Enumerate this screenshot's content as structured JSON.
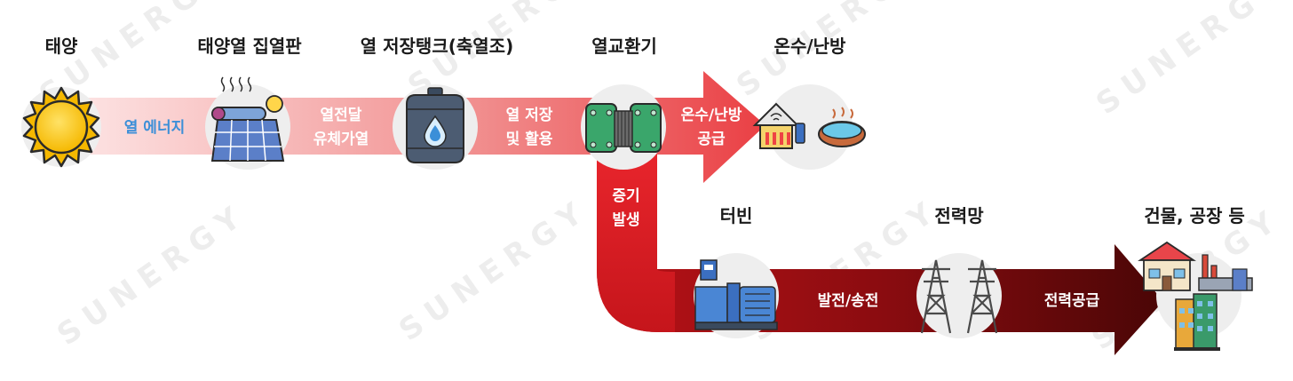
{
  "stages": {
    "sun": "태양",
    "collector": "태양열 집열판",
    "storage": "열 저장탱크(축열조)",
    "exchanger": "열교환기",
    "heating": "온수/난방",
    "turbine": "터빈",
    "grid": "전력망",
    "buildings": "건물, 공장 등"
  },
  "flows": {
    "thermal_energy": "열 에너지",
    "transfer_line1": "열전달",
    "transfer_line2": "유체가열",
    "store_line1": "열 저장",
    "store_line2": "및 활용",
    "heat_line1": "온수/난방",
    "heat_line2": "공급",
    "steam_line1": "증기",
    "steam_line2": "발생",
    "generation": "발전/송전",
    "supply": "전력공급"
  },
  "watermark": "SUNERGY",
  "colors": {
    "flow_light": "#f6c5c5",
    "flow_red": "#e8252c",
    "flow_dark": "#5a0a0a",
    "icon_circle": "#eeeeee"
  }
}
